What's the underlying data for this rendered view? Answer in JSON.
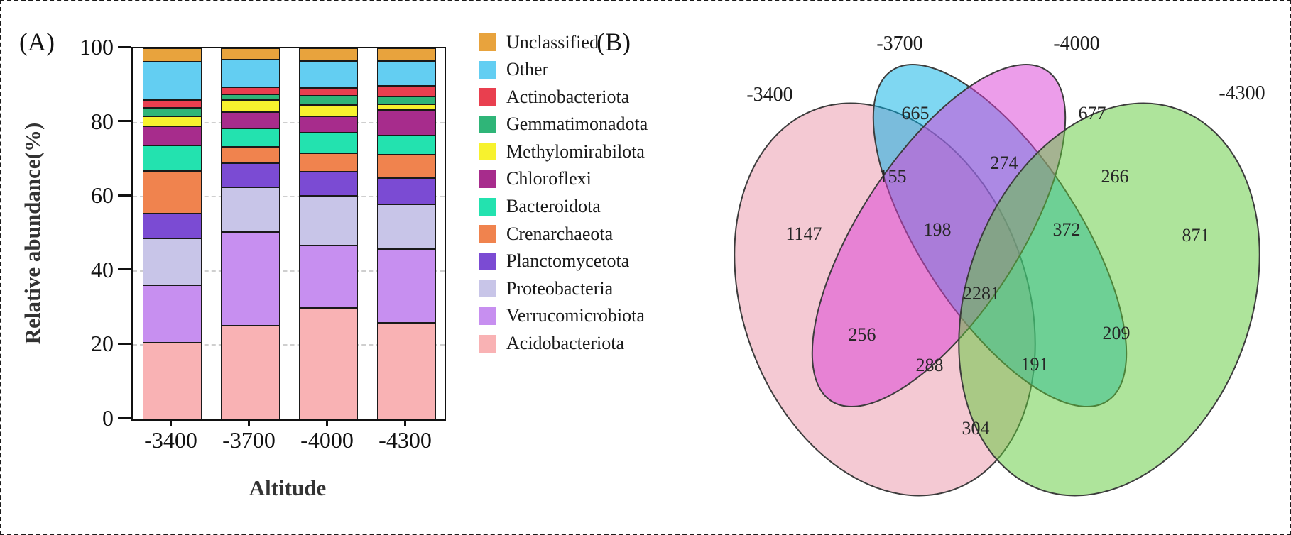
{
  "figure": {
    "panel_a_label": "(A)",
    "panel_b_label": "(B)"
  },
  "chart_data": [
    {
      "type": "bar",
      "stacked": true,
      "title": "",
      "xlabel": "Altitude",
      "ylabel": "Relative abundance(%)",
      "ylim": [
        0,
        100
      ],
      "yticks": [
        0,
        20,
        40,
        60,
        80,
        100
      ],
      "grid": "dashed horizontal at 20/40/60/80",
      "legend_position": "right",
      "categories": [
        "-3400",
        "-3700",
        "-4000",
        "-4300"
      ],
      "series": [
        {
          "name": "Unclassified",
          "color": "#E8A33D",
          "values": [
            3.6,
            3.1,
            3.4,
            3.4
          ]
        },
        {
          "name": "Other",
          "color": "#63CEF2",
          "values": [
            10.4,
            7.4,
            7.3,
            6.8
          ]
        },
        {
          "name": "Actinobacteriota",
          "color": "#E93F4F",
          "values": [
            2.1,
            1.9,
            2.1,
            2.8
          ]
        },
        {
          "name": "Gemmatimonadota",
          "color": "#2FB578",
          "values": [
            2.3,
            1.6,
            2.5,
            2.1
          ]
        },
        {
          "name": "Methylomirabilota",
          "color": "#F7F22E",
          "values": [
            2.7,
            3.2,
            3.1,
            1.6
          ]
        },
        {
          "name": "Chloroflexi",
          "color": "#A72C8C",
          "values": [
            5.1,
            4.4,
            4.4,
            6.9
          ]
        },
        {
          "name": "Bacteroidota",
          "color": "#23E2AF",
          "values": [
            6.9,
            5.0,
            5.4,
            5.1
          ]
        },
        {
          "name": "Crenarchaeota",
          "color": "#F0834E",
          "values": [
            11.5,
            4.4,
            5.1,
            6.2
          ]
        },
        {
          "name": "Planctomycetota",
          "color": "#7B4BD3",
          "values": [
            6.7,
            6.4,
            6.4,
            7.2
          ]
        },
        {
          "name": "Proteobacteria",
          "color": "#C8C5E8",
          "values": [
            12.5,
            12.2,
            13.4,
            12.1
          ]
        },
        {
          "name": "Verrucomicrobiota",
          "color": "#C78FF0",
          "values": [
            15.5,
            25.1,
            16.8,
            19.7
          ]
        },
        {
          "name": "Acidobacteriota",
          "color": "#F9B2B4",
          "values": [
            20.7,
            25.3,
            30.1,
            26.1
          ]
        }
      ]
    },
    {
      "type": "venn",
      "sets": [
        {
          "label": "-3400",
          "fill": "#E993A7"
        },
        {
          "label": "-3700",
          "fill": "#00AFE5"
        },
        {
          "label": "-4000",
          "fill": "#D93BD5"
        },
        {
          "label": "-4300",
          "fill": "#5DC937"
        }
      ],
      "regions": [
        {
          "sets": [
            "-3400"
          ],
          "value": 1147,
          "x": 210,
          "y": 253
        },
        {
          "sets": [
            "-3700"
          ],
          "value": 665,
          "x": 367,
          "y": 83
        },
        {
          "sets": [
            "-4000"
          ],
          "value": 677,
          "x": 616,
          "y": 83
        },
        {
          "sets": [
            "-4300"
          ],
          "value": 871,
          "x": 762,
          "y": 255
        },
        {
          "sets": [
            "-3400",
            "-3700"
          ],
          "value": 155,
          "x": 335,
          "y": 172
        },
        {
          "sets": [
            "-3700",
            "-4000"
          ],
          "value": 274,
          "x": 492,
          "y": 153
        },
        {
          "sets": [
            "-4000",
            "-4300"
          ],
          "value": 266,
          "x": 648,
          "y": 172
        },
        {
          "sets": [
            "-3400",
            "-4000"
          ],
          "value": 256,
          "x": 292,
          "y": 395
        },
        {
          "sets": [
            "-3700",
            "-4300"
          ],
          "value": 209,
          "x": 650,
          "y": 393
        },
        {
          "sets": [
            "-3400",
            "-4300"
          ],
          "value": 304,
          "x": 452,
          "y": 527
        },
        {
          "sets": [
            "-3400",
            "-3700",
            "-4000"
          ],
          "value": 198,
          "x": 398,
          "y": 247
        },
        {
          "sets": [
            "-3700",
            "-4000",
            "-4300"
          ],
          "value": 372,
          "x": 580,
          "y": 247
        },
        {
          "sets": [
            "-3400",
            "-4000",
            "-4300"
          ],
          "value": 288,
          "x": 387,
          "y": 438
        },
        {
          "sets": [
            "-3400",
            "-3700",
            "-4300"
          ],
          "value": 191,
          "x": 535,
          "y": 437
        },
        {
          "sets": [
            "-3400",
            "-3700",
            "-4000",
            "-4300"
          ],
          "value": 2281,
          "x": 460,
          "y": 337
        }
      ]
    }
  ]
}
